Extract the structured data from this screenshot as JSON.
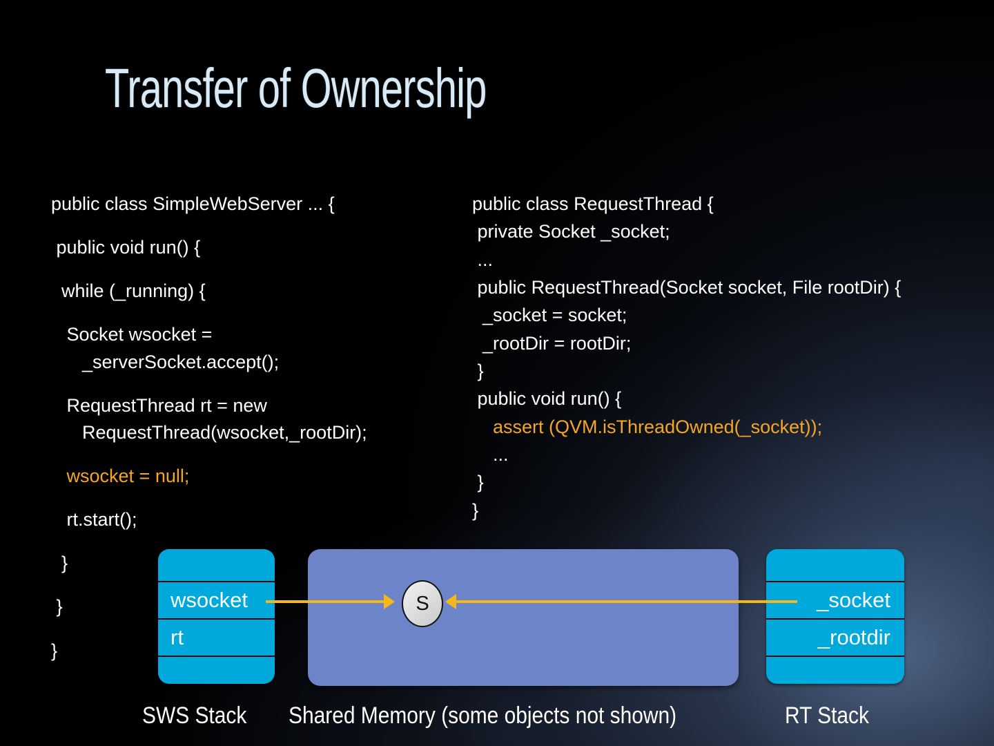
{
  "slide": {
    "title": "Transfer of Ownership",
    "title_color": "#D9EAF7",
    "background_color": "#000000"
  },
  "code_left": {
    "lines": [
      {
        "text": "public class SimpleWebServer ... {",
        "highlight": false
      },
      {
        "text": " public void run() {",
        "highlight": false
      },
      {
        "text": "  while (_running) {",
        "highlight": false
      },
      {
        "text": "   Socket wsocket =\n      _serverSocket.accept();",
        "highlight": false
      },
      {
        "text": "   RequestThread rt = new\n      RequestThread(wsocket,_rootDir);",
        "highlight": false
      },
      {
        "text": "   wsocket = null;",
        "highlight": true
      },
      {
        "text": "   rt.start();",
        "highlight": false
      },
      {
        "text": "  }",
        "highlight": false
      },
      {
        "text": " }",
        "highlight": false
      },
      {
        "text": "}",
        "highlight": false
      }
    ]
  },
  "code_right": {
    "lines": [
      {
        "text": "public class RequestThread {",
        "highlight": false
      },
      {
        "text": " private Socket _socket;",
        "highlight": false
      },
      {
        "text": " ...",
        "highlight": false
      },
      {
        "text": " public RequestThread(Socket socket, File rootDir) {",
        "highlight": false
      },
      {
        "text": "  _socket = socket;",
        "highlight": false
      },
      {
        "text": "  _rootDir = rootDir;",
        "highlight": false
      },
      {
        "text": " }",
        "highlight": false
      },
      {
        "text": " public void run() {",
        "highlight": false
      },
      {
        "text": "    assert (QVM.isThreadOwned(_socket));",
        "highlight": true
      },
      {
        "text": "    ...",
        "highlight": false
      },
      {
        "text": " }",
        "highlight": false
      },
      {
        "text": "}",
        "highlight": false
      }
    ]
  },
  "diagram": {
    "colors": {
      "stack_fill": "#00A9DC",
      "shared_fill": "#6E84C9",
      "arrow": "#F5B81B",
      "object_fill": "#DADADA",
      "divider": "#000000"
    },
    "sws_stack": {
      "caption": "SWS Stack",
      "slots": [
        {
          "label": ""
        },
        {
          "label": "wsocket"
        },
        {
          "label": "rt"
        },
        {
          "label": ""
        }
      ]
    },
    "shared_memory": {
      "caption": "Shared Memory (some objects not shown)",
      "objects": [
        {
          "label": "S"
        }
      ]
    },
    "rt_stack": {
      "caption": "RT Stack",
      "slots": [
        {
          "label": ""
        },
        {
          "label": "_socket"
        },
        {
          "label": "_rootdir"
        },
        {
          "label": ""
        }
      ]
    },
    "arrows": [
      {
        "from": "wsocket",
        "to": "S",
        "direction": "right"
      },
      {
        "from": "_socket",
        "to": "S",
        "direction": "left"
      }
    ]
  }
}
